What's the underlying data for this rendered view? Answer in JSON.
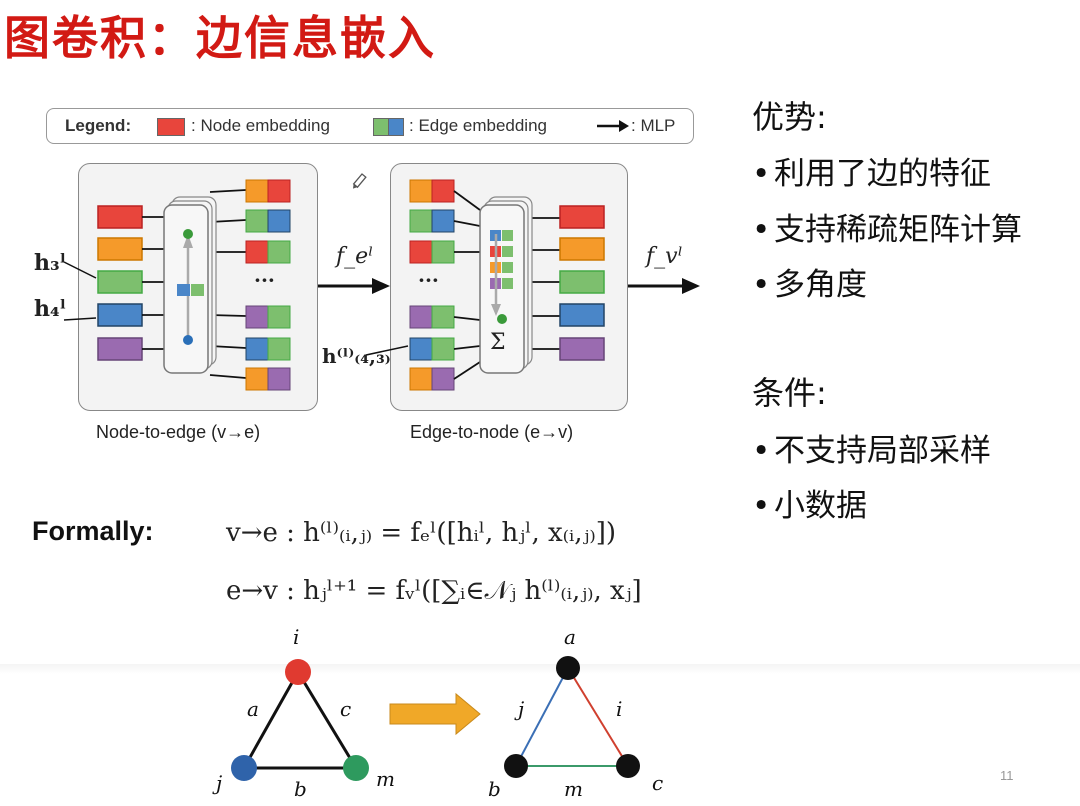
{
  "title": "图卷积：边信息嵌入",
  "legend": {
    "heading": "Legend:",
    "node_label": ": Node embedding",
    "edge_label": ": Edge embedding",
    "mlp_label": ": MLP"
  },
  "diagram": {
    "h3": "h₃ˡ",
    "h4": "h₄ˡ",
    "fe": "f_eˡ",
    "fv": "f_vˡ",
    "h43": "h⁽ˡ⁾₍₄,₃₎",
    "dots": "···",
    "sum": "Σ",
    "node_to_edge": "Node-to-edge (v→e)",
    "edge_to_node": "Edge-to-node (e→v)"
  },
  "advantages": {
    "heading": "优势:",
    "items": [
      "利用了边的特征",
      "支持稀疏矩阵计算",
      "多角度"
    ]
  },
  "conditions": {
    "heading": "条件:",
    "items": [
      "不支持局部采样",
      "小数据"
    ]
  },
  "formally": "Formally:",
  "eq1": "v→e :   h⁽ˡ⁾₍ᵢ,ⱼ₎ = fₑˡ([hᵢˡ, hⱼˡ, x₍ᵢ,ⱼ₎])",
  "eq2": "e→v :   hⱼˡ⁺¹ = fᵥˡ([∑ᵢ∈𝒩ⱼ h⁽ˡ⁾₍ᵢ,ⱼ₎, xⱼ]",
  "graph_left": {
    "i": "i",
    "j": "j",
    "m": "m",
    "a": "a",
    "b": "b",
    "c": "c"
  },
  "graph_right": {
    "a": "a",
    "b": "b",
    "c": "c",
    "i": "i",
    "j": "j",
    "m": "m"
  },
  "page_number": "11",
  "colors": {
    "title_red": "#d21a14",
    "node_red": "#e8453c",
    "node_orange": "#f59a2a",
    "node_green": "#7dbf6e",
    "node_blue": "#4a86c8",
    "node_purple": "#9a6bb0",
    "arrow_orange": "#f0a828"
  }
}
